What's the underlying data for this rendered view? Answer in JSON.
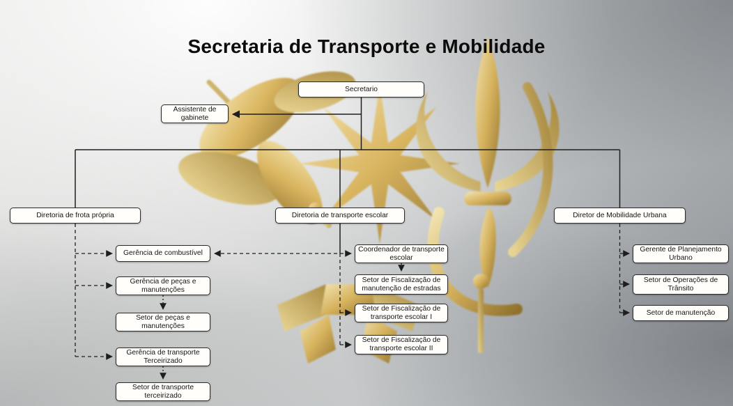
{
  "page": {
    "title": "Secretaria de Transporte e Mobilidade"
  },
  "org": {
    "secretario": "Secretario",
    "assistente": "Assistente de gabinete",
    "frota": "Diretoria de frota própria",
    "escolar": "Diretoria de transporte escolar",
    "mobilidade": "Diretor de Mobilidade Urbana",
    "combustivel": "Gerência de combustível",
    "pecas": "Gerência de peças e manutenções",
    "setor_pecas": "Setor de peças e manutenções",
    "terceirizado": "Gerência de transporte Terceirizado",
    "setor_terceirizado": "Setor de transporte terceirizado",
    "coordenador": "Coordenador de transporte escolar",
    "fisc_estradas": "Setor de Fiscalização de manutenção de estradas",
    "fisc_escolar_1": "Setor de Fiscalização de transporte escolar I",
    "fisc_escolar_2": "Setor de Fiscalização de transporte escolar II",
    "planejamento": "Gerente de Planejamento Urbano",
    "operacoes": "Setor de Operações de Trânsito",
    "setor_manutencao": "Setor de manutenção"
  },
  "edges": [
    {
      "from": "secretario",
      "to": "assistente",
      "style": "solid-arrow"
    },
    {
      "from": "secretario",
      "to": "frota",
      "style": "solid"
    },
    {
      "from": "secretario",
      "to": "escolar",
      "style": "solid"
    },
    {
      "from": "secretario",
      "to": "mobilidade",
      "style": "solid"
    },
    {
      "from": "frota",
      "to": "combustivel",
      "style": "dashed-arrow"
    },
    {
      "from": "frota",
      "to": "pecas",
      "style": "dashed-arrow"
    },
    {
      "from": "frota",
      "to": "terceirizado",
      "style": "dashed-arrow"
    },
    {
      "from": "pecas",
      "to": "setor_pecas",
      "style": "dotted-arrow"
    },
    {
      "from": "terceirizado",
      "to": "setor_terceirizado",
      "style": "dotted-arrow"
    },
    {
      "from": "combustivel",
      "to": "coordenador",
      "style": "dashed-arrow-both-ends"
    },
    {
      "from": "escolar",
      "to": "coordenador",
      "style": "solid"
    },
    {
      "from": "coordenador",
      "to": "fisc_estradas",
      "style": "dotted-arrow"
    },
    {
      "from": "escolar",
      "to": "fisc_escolar_1",
      "style": "dashed-arrow"
    },
    {
      "from": "escolar",
      "to": "fisc_escolar_2",
      "style": "dashed-arrow"
    },
    {
      "from": "mobilidade",
      "to": "planejamento",
      "style": "dashed-arrow"
    },
    {
      "from": "mobilidade",
      "to": "operacoes",
      "style": "dashed-arrow"
    },
    {
      "from": "mobilidade",
      "to": "setor_manutencao",
      "style": "dashed-arrow"
    }
  ],
  "colors": {
    "line": "#222222",
    "box_bg": "#fffefb",
    "box_border": "#2b2b2b",
    "ornament_gold": "#d9b04f",
    "wall_gray": "#c3c6c8"
  }
}
